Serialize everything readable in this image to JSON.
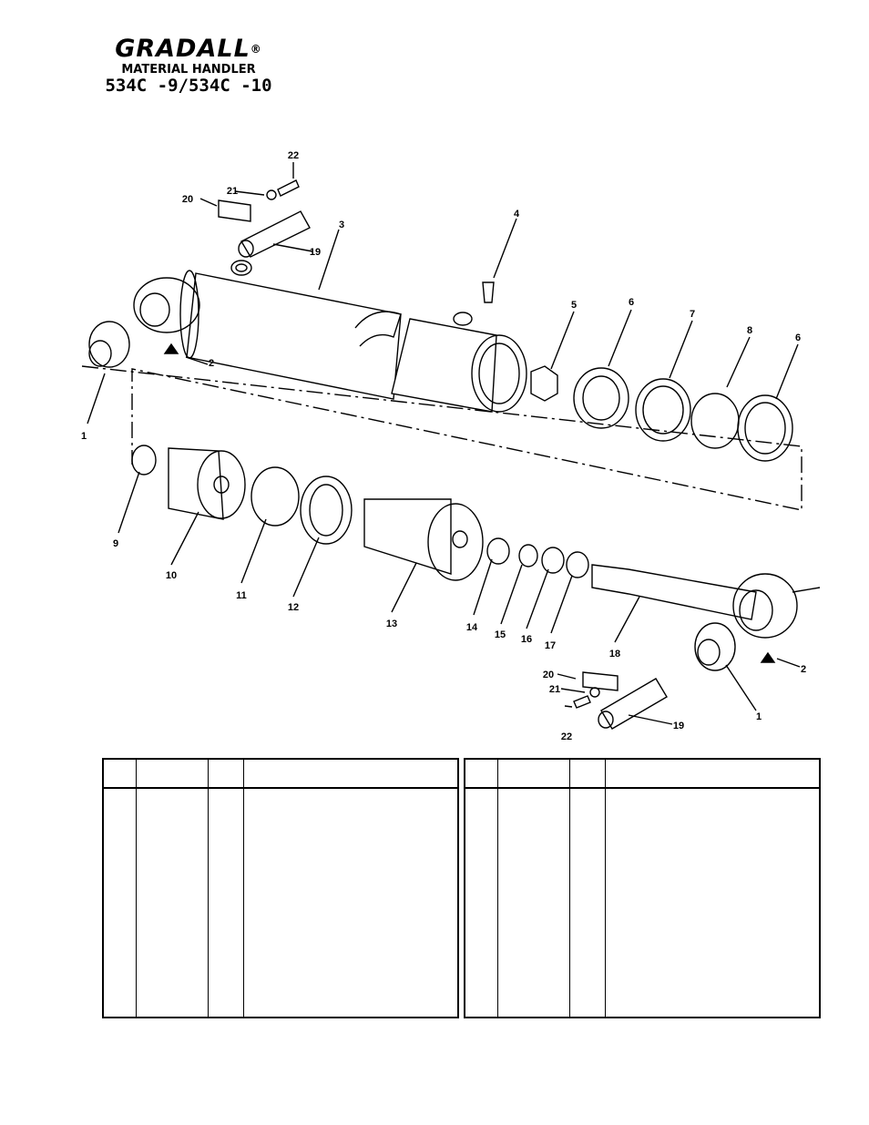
{
  "header": {
    "brand": "GRADALL",
    "registered": "®",
    "subtitle": "MATERIAL HANDLER",
    "model": "534C -9/534C -10"
  },
  "diagram": {
    "callouts": [
      "1",
      "1",
      "2",
      "2",
      "3",
      "4",
      "5",
      "6",
      "6",
      "7",
      "8",
      "9",
      "10",
      "11",
      "12",
      "13",
      "14",
      "15",
      "16",
      "17",
      "18",
      "19",
      "19",
      "20",
      "20",
      "21",
      "21",
      "22",
      "22"
    ]
  },
  "tables": {
    "left": {
      "headers": [
        "",
        "",
        "",
        ""
      ]
    },
    "right": {
      "headers": [
        "",
        "",
        "",
        ""
      ]
    }
  }
}
